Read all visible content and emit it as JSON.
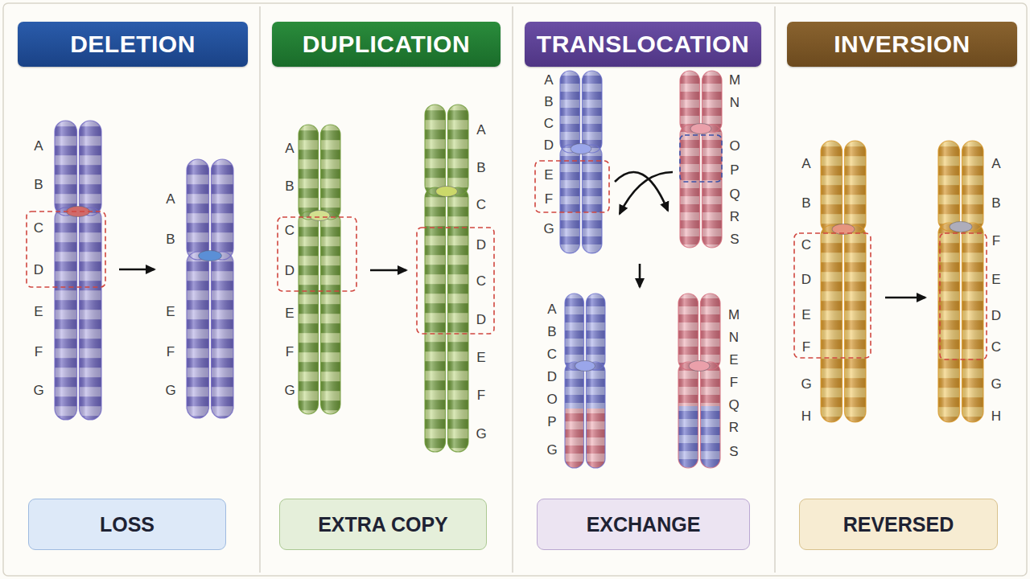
{
  "diagram": {
    "nodes": [
      {
        "text": [
          "DELETION"
        ]
      },
      {
        "text": [
          "DUPLICATION"
        ]
      },
      {
        "text": [
          "TRANSLOCATION"
        ]
      },
      {
        "text": [
          "INVERSION"
        ]
      },
      {
        "text": [
          "LOSS"
        ]
      },
      {
        "text": [
          "EXTRA COPY"
        ]
      },
      {
        "text": [
          "EXCHANGE"
        ]
      },
      {
        "text": [
          "REVERSED"
        ]
      }
    ],
    "labels": [
      "A",
      "B",
      "C",
      "D",
      "E",
      "F",
      "G",
      "A",
      "B",
      "E",
      "F",
      "G",
      "A",
      "B",
      "C",
      "D",
      "E",
      "F",
      "G",
      "A",
      "B",
      "C",
      "D",
      "C",
      "D",
      "E",
      "F",
      "G",
      "A",
      "B",
      "C",
      "D",
      "E",
      "F",
      "G",
      "M",
      "N",
      "O",
      "P",
      "Q",
      "R",
      "S",
      "A",
      "B",
      "C",
      "D",
      "O",
      "P",
      "G",
      "M",
      "N",
      "E",
      "F",
      "Q",
      "R",
      "S",
      "A",
      "B",
      "C",
      "D",
      "E",
      "F",
      "G",
      "H",
      "A",
      "B",
      "F",
      "E",
      "D",
      "C",
      "G",
      "H"
    ]
  }
}
